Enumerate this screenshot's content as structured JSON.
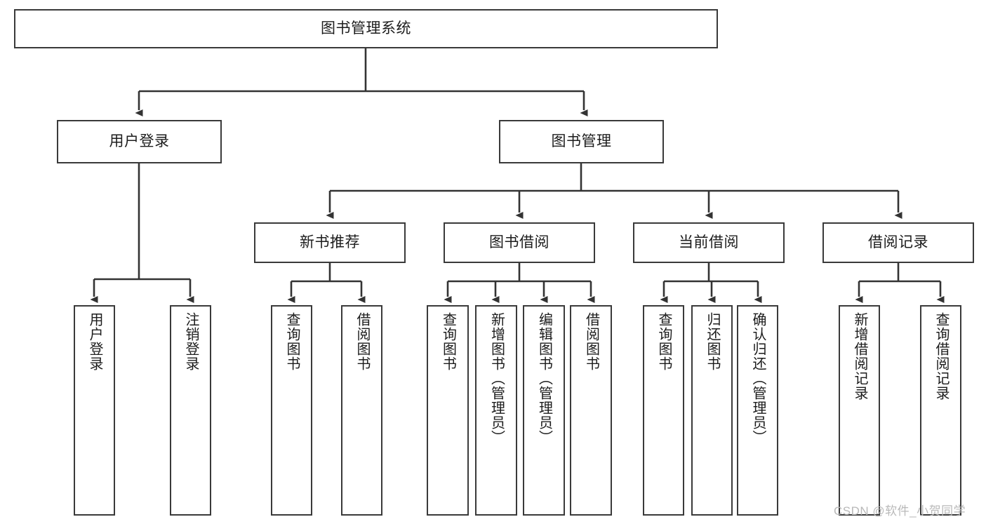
{
  "diagram": {
    "title": "图书管理系统",
    "type": "tree-hierarchy",
    "watermark": "CSDN @软件_小贺同学",
    "colors": {
      "box_border": "#3a3a3a",
      "box_fill": "#ffffff",
      "edge": "#333333",
      "text": "#1c1c1c",
      "watermark": "#b9b9b9"
    },
    "levels": {
      "root": {
        "label": "图书管理系统"
      },
      "level2": [
        {
          "label": "用户登录"
        },
        {
          "label": "图书管理"
        }
      ],
      "level3": [
        {
          "label": "新书推荐"
        },
        {
          "label": "图书借阅"
        },
        {
          "label": "当前借阅"
        },
        {
          "label": "借阅记录"
        }
      ],
      "leaves_user_login": [
        {
          "label": "用户登录"
        },
        {
          "label": "注销登录"
        }
      ],
      "leaves_new_book": [
        {
          "label": "查询图书"
        },
        {
          "label": "借阅图书"
        }
      ],
      "leaves_borrow": [
        {
          "label": "查询图书"
        },
        {
          "label": "新增图书（管理员）"
        },
        {
          "label": "编辑图书（管理员）"
        },
        {
          "label": "借阅图书"
        }
      ],
      "leaves_current": [
        {
          "label": "查询图书"
        },
        {
          "label": "归还图书"
        },
        {
          "label": "确认归还（管理员）"
        }
      ],
      "leaves_record": [
        {
          "label": "新增借阅记录"
        },
        {
          "label": "查询借阅记录"
        }
      ]
    }
  }
}
